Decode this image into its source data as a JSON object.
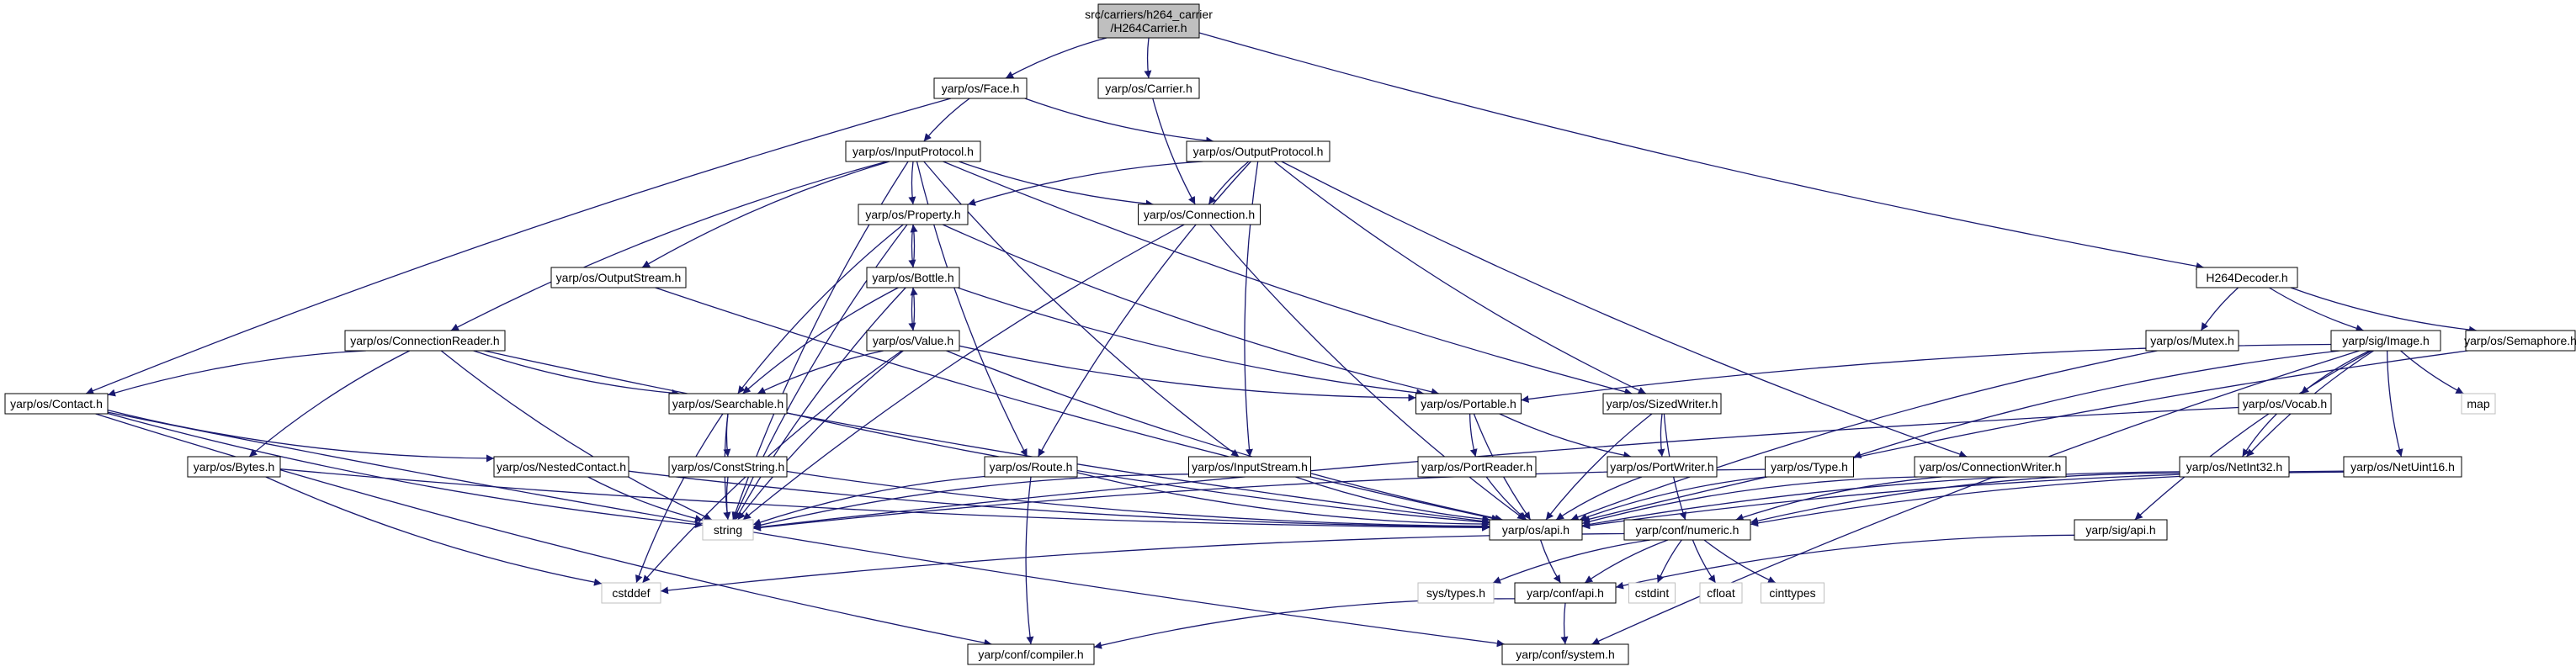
{
  "nodes": [
    {
      "id": "root",
      "kind": "root",
      "lines": [
        "src/carriers/h264_carrier",
        "/H264Carrier.h"
      ]
    },
    {
      "id": "face",
      "lines": [
        "yarp/os/Face.h"
      ]
    },
    {
      "id": "carrier",
      "lines": [
        "yarp/os/Carrier.h"
      ]
    },
    {
      "id": "inputprotocol",
      "lines": [
        "yarp/os/InputProtocol.h"
      ]
    },
    {
      "id": "outputprotocol",
      "lines": [
        "yarp/os/OutputProtocol.h"
      ]
    },
    {
      "id": "property",
      "lines": [
        "yarp/os/Property.h"
      ]
    },
    {
      "id": "connection",
      "lines": [
        "yarp/os/Connection.h"
      ]
    },
    {
      "id": "outputstream",
      "lines": [
        "yarp/os/OutputStream.h"
      ]
    },
    {
      "id": "bottle",
      "lines": [
        "yarp/os/Bottle.h"
      ]
    },
    {
      "id": "connectionreader",
      "lines": [
        "yarp/os/ConnectionReader.h"
      ]
    },
    {
      "id": "value",
      "lines": [
        "yarp/os/Value.h"
      ]
    },
    {
      "id": "contact",
      "lines": [
        "yarp/os/Contact.h"
      ]
    },
    {
      "id": "searchable",
      "lines": [
        "yarp/os/Searchable.h"
      ]
    },
    {
      "id": "portable",
      "lines": [
        "yarp/os/Portable.h"
      ]
    },
    {
      "id": "sizedwriter",
      "lines": [
        "yarp/os/SizedWriter.h"
      ]
    },
    {
      "id": "h264decoder",
      "lines": [
        "H264Decoder.h"
      ]
    },
    {
      "id": "mutex",
      "lines": [
        "yarp/os/Mutex.h"
      ]
    },
    {
      "id": "image",
      "lines": [
        "yarp/sig/Image.h"
      ]
    },
    {
      "id": "semaphore",
      "lines": [
        "yarp/os/Semaphore.h"
      ]
    },
    {
      "id": "vocab",
      "lines": [
        "yarp/os/Vocab.h"
      ]
    },
    {
      "id": "map",
      "kind": "system",
      "lines": [
        "map"
      ]
    },
    {
      "id": "bytes",
      "lines": [
        "yarp/os/Bytes.h"
      ]
    },
    {
      "id": "nestedcontact",
      "lines": [
        "yarp/os/NestedContact.h"
      ]
    },
    {
      "id": "conststring",
      "lines": [
        "yarp/os/ConstString.h"
      ]
    },
    {
      "id": "route",
      "lines": [
        "yarp/os/Route.h"
      ]
    },
    {
      "id": "inputstream",
      "lines": [
        "yarp/os/InputStream.h"
      ]
    },
    {
      "id": "portreader",
      "lines": [
        "yarp/os/PortReader.h"
      ]
    },
    {
      "id": "portwriter",
      "lines": [
        "yarp/os/PortWriter.h"
      ]
    },
    {
      "id": "type",
      "lines": [
        "yarp/os/Type.h"
      ]
    },
    {
      "id": "connectionwriter",
      "lines": [
        "yarp/os/ConnectionWriter.h"
      ]
    },
    {
      "id": "netint32",
      "lines": [
        "yarp/os/NetInt32.h"
      ]
    },
    {
      "id": "netuint16",
      "lines": [
        "yarp/os/NetUint16.h"
      ]
    },
    {
      "id": "string",
      "kind": "system",
      "lines": [
        "string"
      ]
    },
    {
      "id": "osapi",
      "lines": [
        "yarp/os/api.h"
      ]
    },
    {
      "id": "numeric",
      "lines": [
        "yarp/conf/numeric.h"
      ]
    },
    {
      "id": "sigapi",
      "lines": [
        "yarp/sig/api.h"
      ]
    },
    {
      "id": "cstddef",
      "kind": "system",
      "lines": [
        "cstddef"
      ]
    },
    {
      "id": "systypes",
      "kind": "system",
      "lines": [
        "sys/types.h"
      ]
    },
    {
      "id": "confapi",
      "lines": [
        "yarp/conf/api.h"
      ]
    },
    {
      "id": "cstdint",
      "kind": "system",
      "lines": [
        "cstdint"
      ]
    },
    {
      "id": "cfloat",
      "kind": "system",
      "lines": [
        "cfloat"
      ]
    },
    {
      "id": "cinttypes",
      "kind": "system",
      "lines": [
        "cinttypes"
      ]
    },
    {
      "id": "compiler",
      "lines": [
        "yarp/conf/compiler.h"
      ]
    },
    {
      "id": "system",
      "lines": [
        "yarp/conf/system.h"
      ]
    }
  ],
  "edges": [
    [
      "root",
      "face"
    ],
    [
      "root",
      "carrier"
    ],
    [
      "root",
      "h264decoder"
    ],
    [
      "face",
      "inputprotocol"
    ],
    [
      "face",
      "outputprotocol"
    ],
    [
      "face",
      "contact"
    ],
    [
      "carrier",
      "connection"
    ],
    [
      "inputprotocol",
      "property"
    ],
    [
      "inputprotocol",
      "connection"
    ],
    [
      "inputprotocol",
      "outputstream"
    ],
    [
      "inputprotocol",
      "connectionreader"
    ],
    [
      "inputprotocol",
      "route"
    ],
    [
      "inputprotocol",
      "inputstream"
    ],
    [
      "inputprotocol",
      "sizedwriter"
    ],
    [
      "inputprotocol",
      "string"
    ],
    [
      "outputprotocol",
      "property"
    ],
    [
      "outputprotocol",
      "connection"
    ],
    [
      "outputprotocol",
      "route"
    ],
    [
      "outputprotocol",
      "inputstream"
    ],
    [
      "outputprotocol",
      "sizedwriter"
    ],
    [
      "outputprotocol",
      "connectionwriter"
    ],
    [
      "property",
      "bottle"
    ],
    [
      "property",
      "searchable"
    ],
    [
      "property",
      "portable"
    ],
    [
      "property",
      "string"
    ],
    [
      "connection",
      "string"
    ],
    [
      "connection",
      "osapi"
    ],
    [
      "outputstream",
      "osapi"
    ],
    [
      "bottle",
      "property"
    ],
    [
      "bottle",
      "value"
    ],
    [
      "bottle",
      "searchable"
    ],
    [
      "bottle",
      "portable"
    ],
    [
      "bottle",
      "string"
    ],
    [
      "connectionreader",
      "contact"
    ],
    [
      "connectionreader",
      "searchable"
    ],
    [
      "connectionreader",
      "bytes"
    ],
    [
      "connectionreader",
      "string"
    ],
    [
      "connectionreader",
      "osapi"
    ],
    [
      "value",
      "bottle"
    ],
    [
      "value",
      "searchable"
    ],
    [
      "value",
      "portable"
    ],
    [
      "value",
      "string"
    ],
    [
      "value",
      "cstddef"
    ],
    [
      "value",
      "osapi"
    ],
    [
      "contact",
      "nestedcontact"
    ],
    [
      "contact",
      "string"
    ],
    [
      "contact",
      "compiler"
    ],
    [
      "contact",
      "system"
    ],
    [
      "searchable",
      "conststring"
    ],
    [
      "searchable",
      "string"
    ],
    [
      "searchable",
      "cstddef"
    ],
    [
      "searchable",
      "osapi"
    ],
    [
      "portable",
      "portreader"
    ],
    [
      "portable",
      "portwriter"
    ],
    [
      "portable",
      "osapi"
    ],
    [
      "sizedwriter",
      "portwriter"
    ],
    [
      "sizedwriter",
      "osapi"
    ],
    [
      "sizedwriter",
      "numeric"
    ],
    [
      "h264decoder",
      "mutex"
    ],
    [
      "h264decoder",
      "image"
    ],
    [
      "h264decoder",
      "semaphore"
    ],
    [
      "mutex",
      "osapi"
    ],
    [
      "image",
      "portable"
    ],
    [
      "image",
      "type"
    ],
    [
      "image",
      "vocab"
    ],
    [
      "image",
      "netint32"
    ],
    [
      "image",
      "netuint16"
    ],
    [
      "image",
      "map"
    ],
    [
      "image",
      "sigapi"
    ],
    [
      "image",
      "system"
    ],
    [
      "semaphore",
      "osapi"
    ],
    [
      "vocab",
      "netint32"
    ],
    [
      "vocab",
      "string"
    ],
    [
      "bytes",
      "osapi"
    ],
    [
      "bytes",
      "cstddef"
    ],
    [
      "nestedcontact",
      "string"
    ],
    [
      "nestedcontact",
      "osapi"
    ],
    [
      "conststring",
      "string"
    ],
    [
      "conststring",
      "osapi"
    ],
    [
      "route",
      "string"
    ],
    [
      "route",
      "osapi"
    ],
    [
      "route",
      "compiler"
    ],
    [
      "inputstream",
      "string"
    ],
    [
      "inputstream",
      "osapi"
    ],
    [
      "portreader",
      "osapi"
    ],
    [
      "portwriter",
      "osapi"
    ],
    [
      "type",
      "string"
    ],
    [
      "type",
      "osapi"
    ],
    [
      "connectionwriter",
      "osapi"
    ],
    [
      "connectionwriter",
      "numeric"
    ],
    [
      "netint32",
      "osapi"
    ],
    [
      "netint32",
      "numeric"
    ],
    [
      "netuint16",
      "osapi"
    ],
    [
      "netuint16",
      "numeric"
    ],
    [
      "osapi",
      "confapi"
    ],
    [
      "numeric",
      "cstddef"
    ],
    [
      "numeric",
      "systypes"
    ],
    [
      "numeric",
      "confapi"
    ],
    [
      "numeric",
      "cstdint"
    ],
    [
      "numeric",
      "cfloat"
    ],
    [
      "numeric",
      "cinttypes"
    ],
    [
      "sigapi",
      "confapi"
    ],
    [
      "confapi",
      "compiler"
    ],
    [
      "confapi",
      "system"
    ]
  ],
  "colors": {
    "edge": "#191970",
    "node_border": "#000000",
    "root_fill": "#bfbfbf",
    "system_border": "#bfbfbf"
  }
}
